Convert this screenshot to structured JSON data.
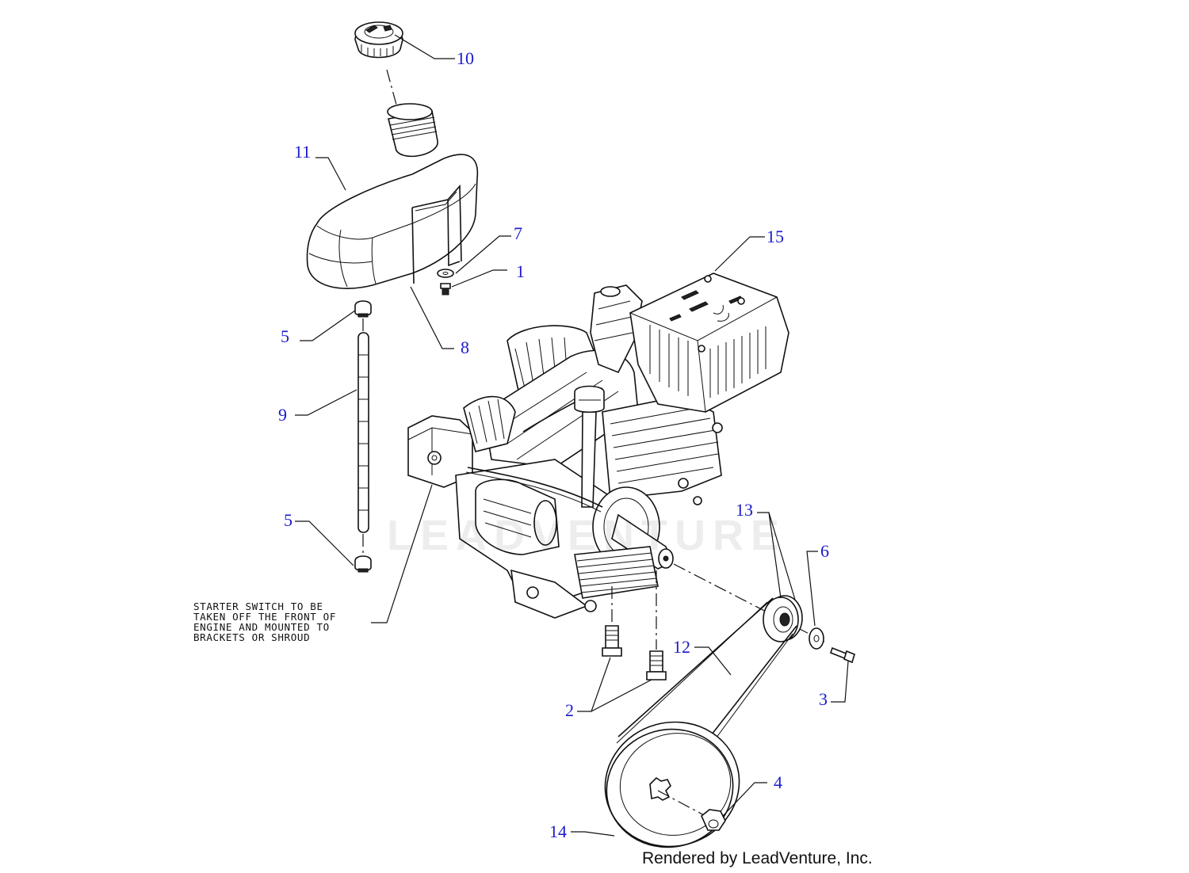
{
  "callouts": [
    {
      "id": "1",
      "text": "1"
    },
    {
      "id": "2",
      "text": "2"
    },
    {
      "id": "3",
      "text": "3"
    },
    {
      "id": "4",
      "text": "4"
    },
    {
      "id": "5a",
      "text": "5"
    },
    {
      "id": "5b",
      "text": "5"
    },
    {
      "id": "6",
      "text": "6"
    },
    {
      "id": "7",
      "text": "7"
    },
    {
      "id": "8",
      "text": "8"
    },
    {
      "id": "9",
      "text": "9"
    },
    {
      "id": "10",
      "text": "10"
    },
    {
      "id": "11",
      "text": "11"
    },
    {
      "id": "12",
      "text": "12"
    },
    {
      "id": "13",
      "text": "13"
    },
    {
      "id": "14",
      "text": "14"
    },
    {
      "id": "15",
      "text": "15"
    }
  ],
  "note": {
    "lines": [
      "STARTER SWITCH TO BE",
      "TAKEN OFF THE FRONT OF",
      "ENGINE AND MOUNTED TO",
      "BRACKETS OR SHROUD"
    ]
  },
  "watermark": "LEADVENTURE",
  "credit": "Rendered by LeadVenture, Inc.",
  "colors": {
    "callout": "#1a1acd",
    "line": "#111111"
  }
}
